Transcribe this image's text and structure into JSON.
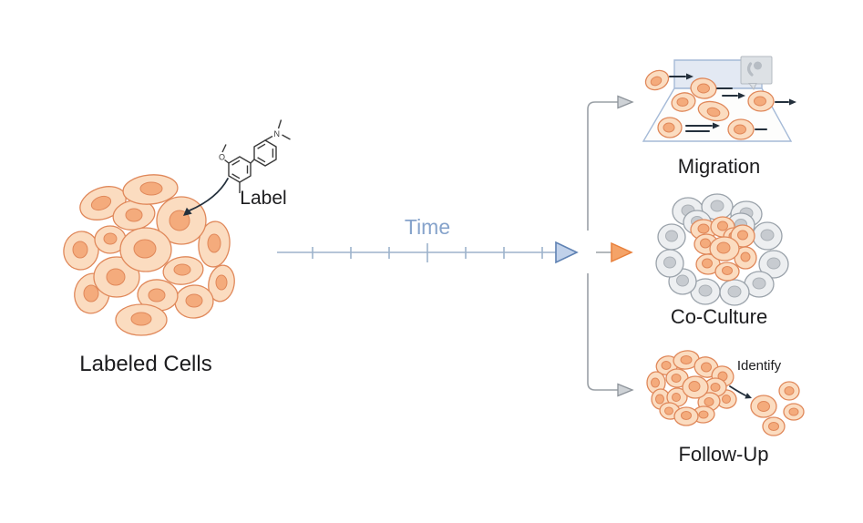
{
  "palette": {
    "text_dark": "#1d1d1f",
    "time_text": "#86a3cb",
    "cell_fill": "#fbdcc0",
    "cell_stroke": "#e0885a",
    "nucleus_fill": "#f4ab7c",
    "nucleus_stroke": "#e0885a",
    "gray_cell_fill": "#edeff1",
    "gray_cell_stroke": "#9aa2aa",
    "gray_nucleus_fill": "#c7cbd0",
    "gray_nucleus_stroke": "#aab0b6",
    "chamber_stroke": "#a5bad7",
    "chamber_band_fill": "#e3e9f3",
    "chamber_body_fill": "#fdfdfc",
    "membrane_panel_fill": "#dde1e5",
    "membrane_panel_stroke": "#b4bac1",
    "membrane_blob": "#b7bdc4",
    "timeline_color": "#9db2cc",
    "blue_arrow_fill": "#c0d1ea",
    "blue_arrow_stroke": "#5f82b3",
    "orange_arrow_fill": "#f4a368",
    "orange_arrow_stroke": "#e8803c",
    "connector_color": "#9aa0a6",
    "gray_arrow_fill": "#ced2d6",
    "gray_arrow_stroke": "#8d939a",
    "dark": "#24303c",
    "structure_color": "#3a3a3a"
  },
  "diagram": {
    "labeled_cells": {
      "caption": "Labeled Cells",
      "callout": "Label"
    },
    "chemistry": {
      "atom_o": "O",
      "atom_n": "N"
    },
    "timeline": {
      "label": "Time"
    },
    "branches": {
      "migration": {
        "caption": "Migration"
      },
      "coculture": {
        "caption": "Co-Culture"
      },
      "followup": {
        "caption": "Follow-Up",
        "annotation": "Identify"
      }
    }
  }
}
